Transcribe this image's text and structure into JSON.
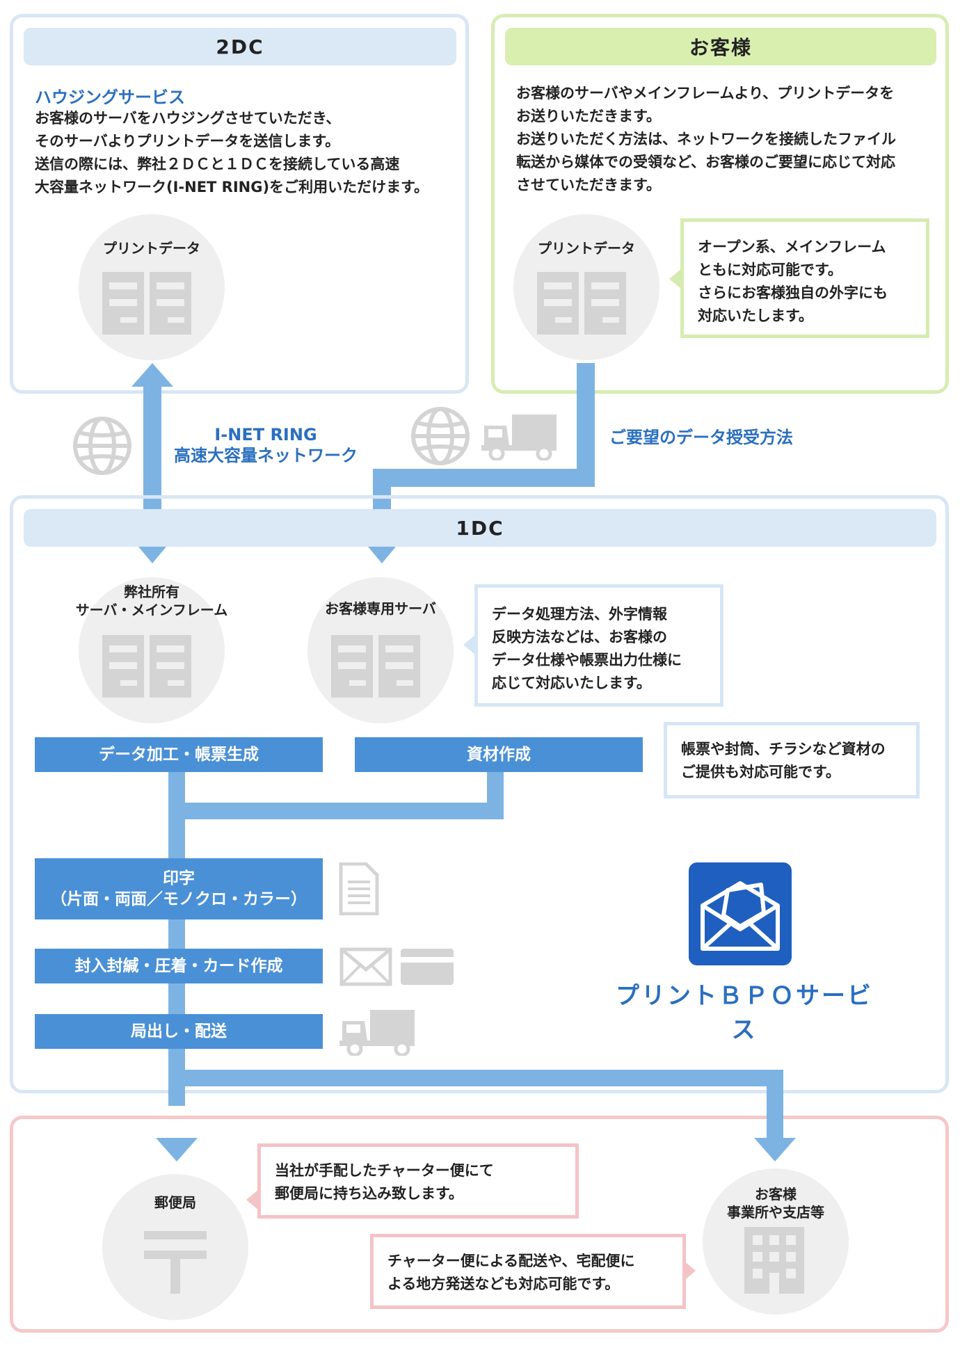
{
  "dc2": {
    "header": "2DC",
    "title": "ハウジングサービス",
    "lines": [
      "お客様のサーバをハウジングさせていただき、",
      "そのサーバよりプリントデータを送信します。",
      "送信の際には、弊社２ＤＣと１ＤＣを接続している高速",
      "大容量ネットワーク(I-NET RING)をご利用いただけます。"
    ],
    "server_label": "プリントデータ"
  },
  "customer": {
    "header": "お客様",
    "lines": [
      "お客様のサーバやメインフレームより、プリントデータを",
      "お送りいただきます。",
      "お送りいただく方法は、ネットワークを接続したファイル",
      "転送から媒体での受領など、お客様のご要望に応じて対応",
      "させていただきます。"
    ],
    "server_label": "プリントデータ",
    "note_lines": [
      "オープン系、メインフレーム",
      "ともに対応可能です。",
      "さらにお客様独自の外字にも",
      "対応いたします。"
    ]
  },
  "links": {
    "inet_line1": "I-NET RING",
    "inet_line2": "高速大容量ネットワーク",
    "transfer": "ご要望のデータ授受方法"
  },
  "dc1": {
    "header": "1DC",
    "server1_line1": "弊社所有",
    "server1_line2": "サーバ・メインフレーム",
    "server2_label": "お客様専用サーバ",
    "server_note_lines": [
      "データ処理方法、外字情報",
      "反映方法などは、お客様の",
      "データ仕様や帳票出力仕様に",
      "応じて対応いたします。"
    ],
    "proc_data": "データ加工・帳票生成",
    "proc_material": "資材作成",
    "material_note_lines": [
      "帳票や封筒、チラシなど資材の",
      "ご提供も対応可能です。"
    ],
    "proc_print_line1": "印字",
    "proc_print_line2": "（片面・両面／モノクロ・カラー）",
    "proc_enclose": "封入封緘・圧着・カード作成",
    "proc_ship": "局出し・配送",
    "service_name": "プリントＢＰＯサービス"
  },
  "delivery": {
    "post_label": "郵便局",
    "post_note_lines": [
      "当社が手配したチャーター便にて",
      "郵便局に持ち込み致します。"
    ],
    "office_line1": "お客様",
    "office_line2": "事業所や支店等",
    "office_note_lines": [
      "チャーター便による配送や、宅配便に",
      "よる地方発送なども対応可能です。"
    ]
  },
  "colors": {
    "process_blue": "#4a90d6",
    "arrow_blue": "#7db3e3",
    "title_blue": "#2a6fc0",
    "bpo_icon": "#1f5fbf",
    "panel_blue": "#d8e6f5",
    "panel_green": "#d7ecb2",
    "panel_pink": "#f6c8c8"
  }
}
